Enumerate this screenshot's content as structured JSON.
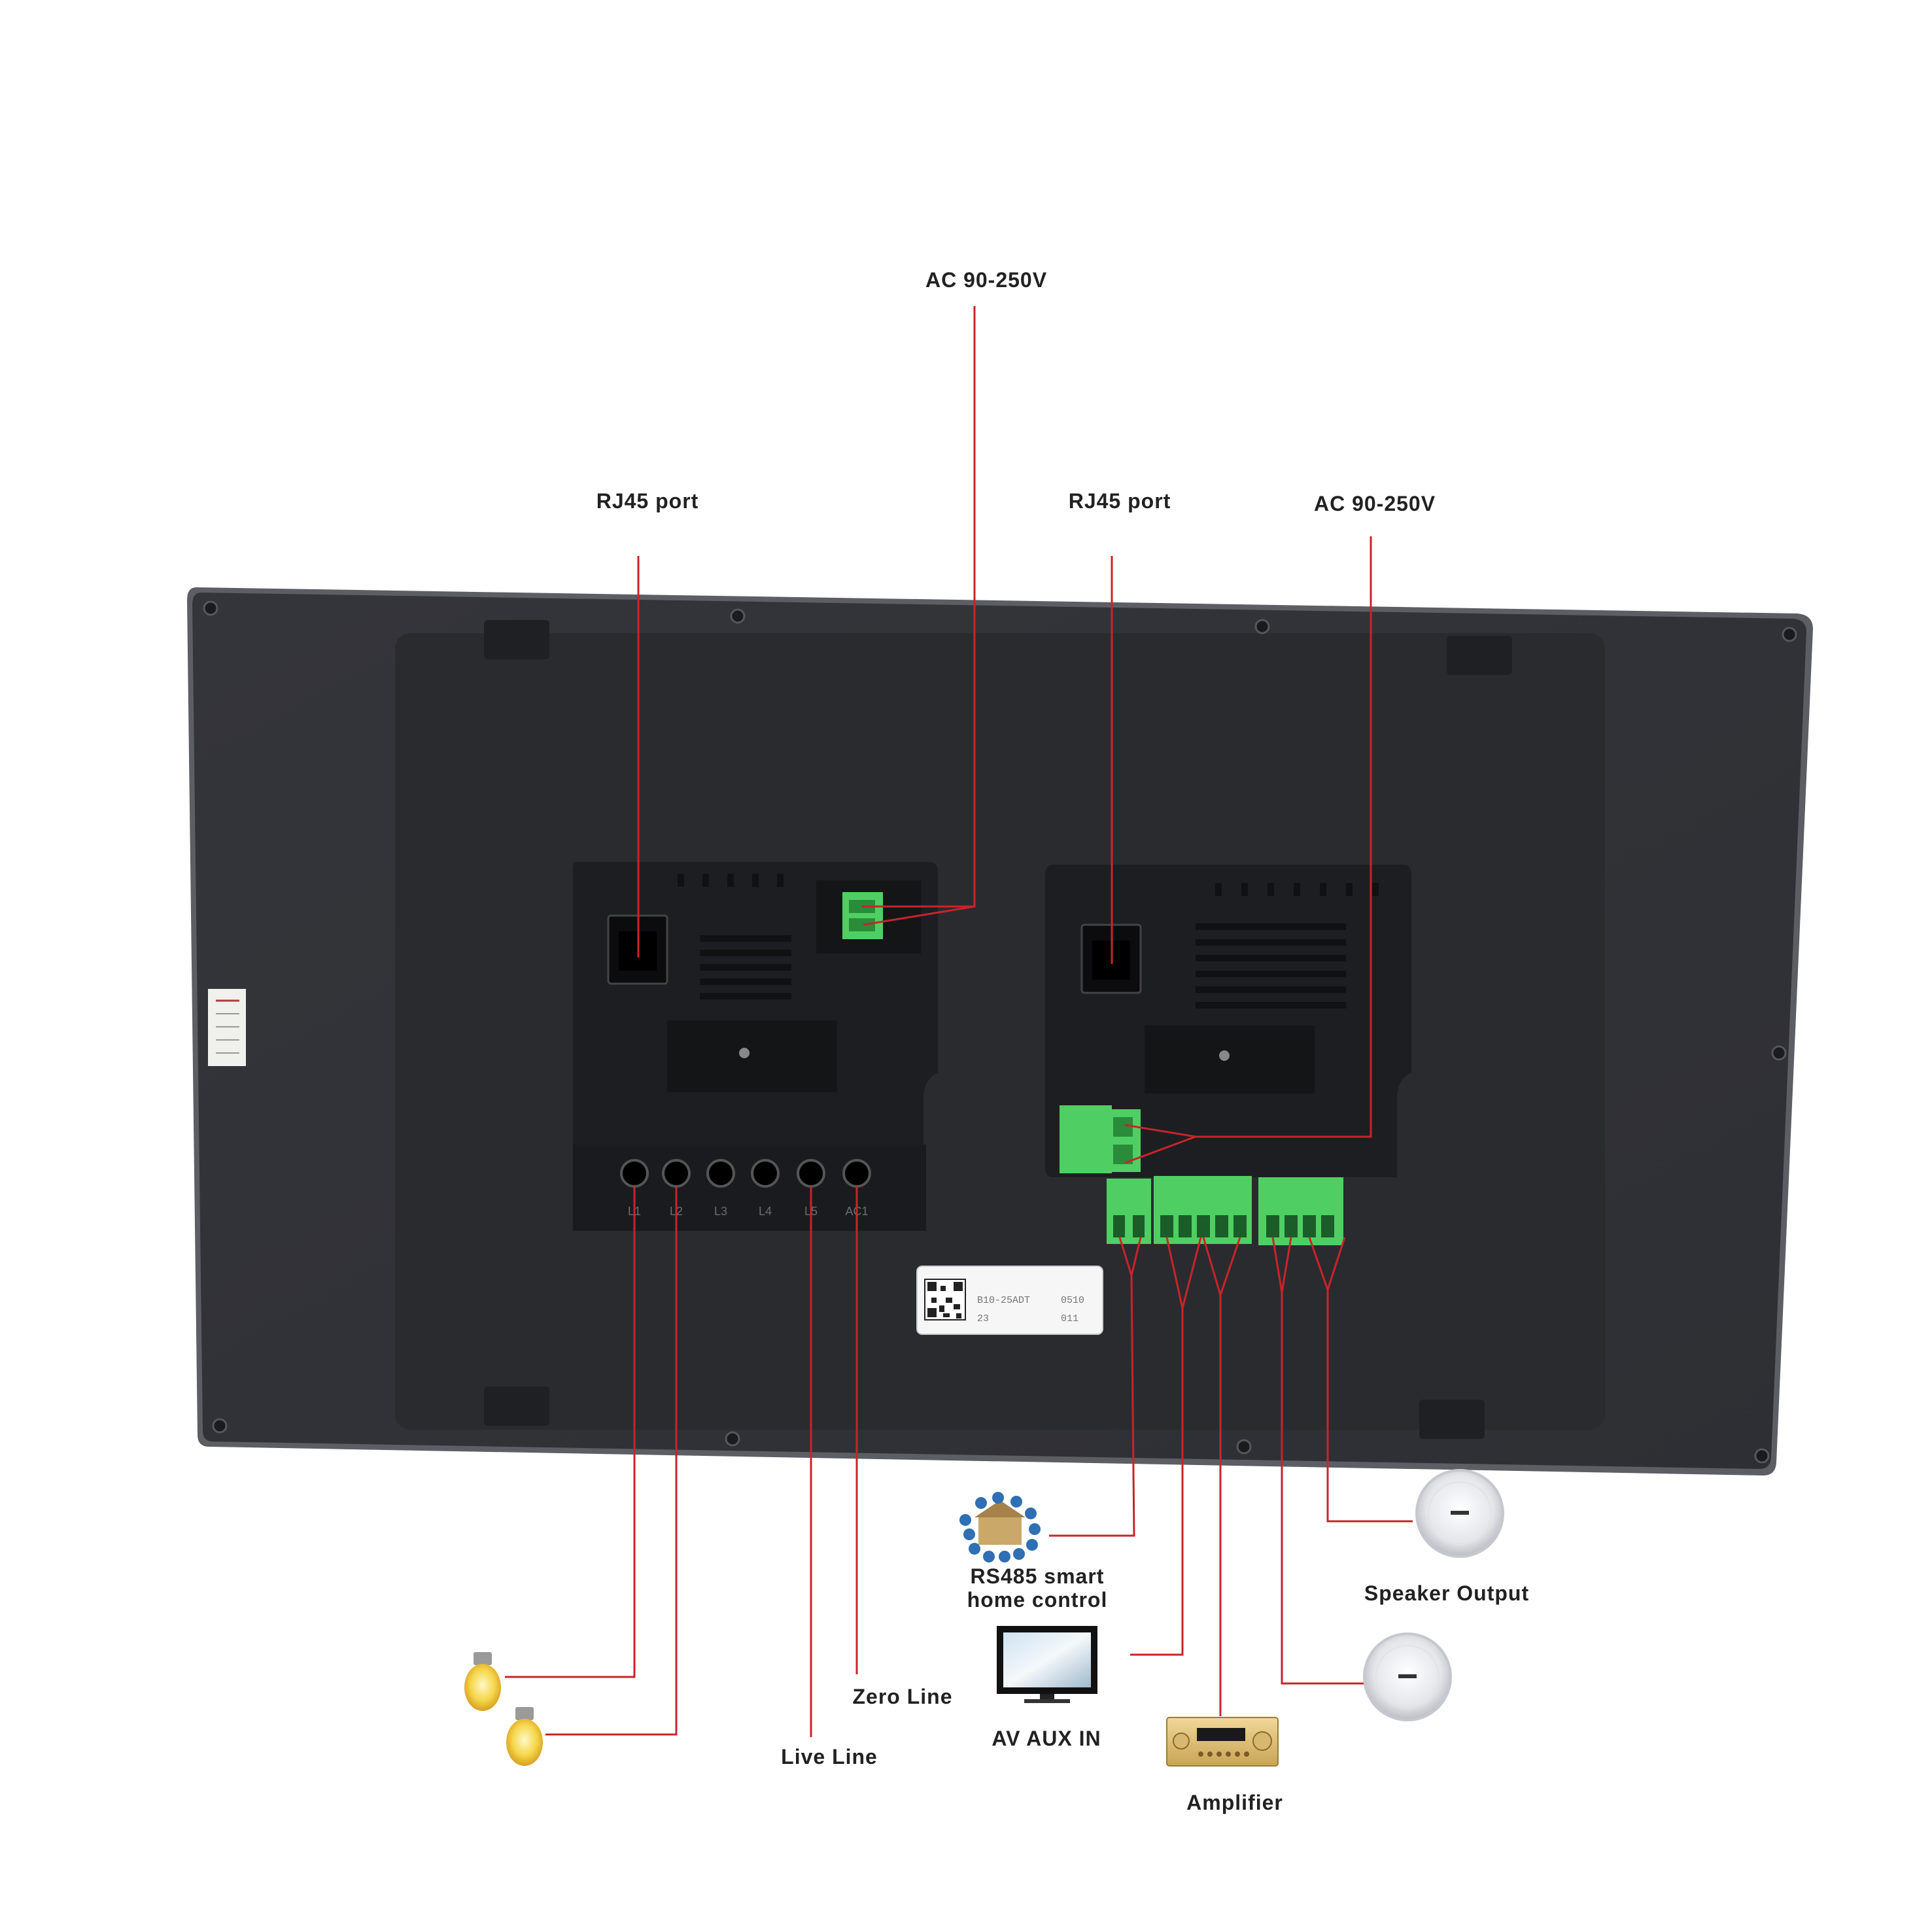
{
  "colors": {
    "panel": "#323338",
    "panel_edge": "#5c5e64",
    "back_plate": "#2b2c30",
    "terminal_green": "#4fcf63",
    "leader_red": "#c8242a",
    "label_text": "#222222"
  },
  "labels": {
    "ac_top": "AC 90-250V",
    "rj45_left": "RJ45 port",
    "rj45_right": "RJ45 port",
    "ac_right": "AC 90-250V",
    "rs485": "RS485 smart\nhome control",
    "speaker_output": "Speaker Output",
    "av_aux_in": "AV AUX IN",
    "amplifier": "Amplifier",
    "zero_line": "Zero Line",
    "live_line": "Live Line"
  },
  "sticker": {
    "model": "B10-25ADT",
    "code_a": "0510",
    "code_b": "23",
    "code_c": "011"
  },
  "relay_terminals": [
    "L1",
    "L2",
    "L3",
    "L4",
    "L5",
    "AC1"
  ],
  "icons": {
    "bulb": "light-bulb-icon",
    "smart_home": "smart-home-network-icon",
    "tv": "television-icon",
    "amplifier": "amplifier-icon",
    "speaker": "ceiling-speaker-icon",
    "qr": "qr-code-icon"
  }
}
